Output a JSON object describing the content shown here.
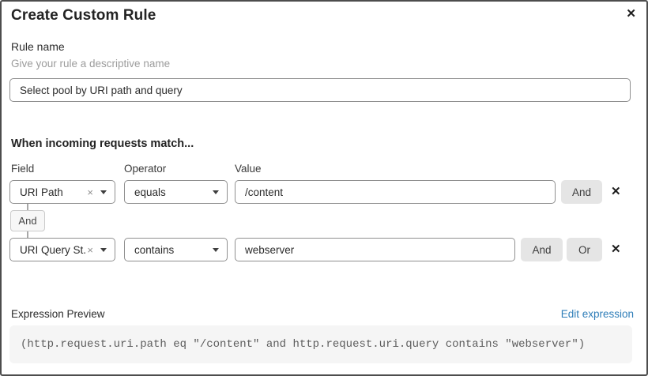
{
  "dialog": {
    "title": "Create Custom Rule"
  },
  "icons": {
    "close": "✕",
    "clear": "×",
    "remove": "✕"
  },
  "rule_name": {
    "label": "Rule name",
    "hint": "Give your rule a descriptive name",
    "value": "Select pool by URI path and query"
  },
  "match": {
    "heading": "When incoming requests match...",
    "columns": {
      "field": "Field",
      "operator": "Operator",
      "value": "Value"
    },
    "connector_label": "And",
    "rows": [
      {
        "field": "URI Path",
        "operator": "equals",
        "value": "/content",
        "and_label": "And"
      },
      {
        "field": "URI Query St...",
        "operator": "contains",
        "value": "webserver",
        "and_label": "And",
        "or_label": "Or"
      }
    ]
  },
  "expression": {
    "label": "Expression Preview",
    "edit_link": "Edit expression",
    "code": "(http.request.uri.path eq \"/content\" and http.request.uri.query contains \"webserver\")"
  },
  "colors": {
    "link_blue": "#2e7db8",
    "button_gray": "#e5e5e5",
    "input_border": "#8f8f8f",
    "dialog_border": "#4d4d4d",
    "code_bg": "#f5f5f5"
  }
}
